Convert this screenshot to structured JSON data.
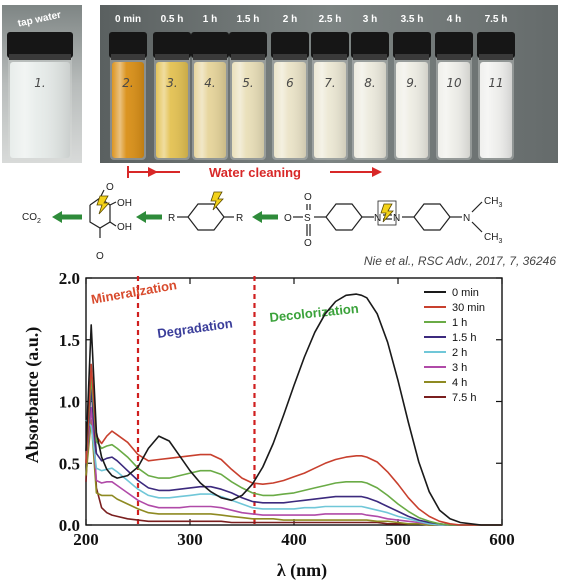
{
  "photo": {
    "labels": [
      "tap water",
      "0 min",
      "0.5 h",
      "1 h",
      "1.5 h",
      "2 h",
      "2.5 h",
      "3 h",
      "3.5 h",
      "4 h",
      "7.5 h"
    ],
    "vial_numbers": [
      "1.",
      "2.",
      "3.",
      "4.",
      "5.",
      "6",
      "7.",
      "8.",
      "9.",
      "10",
      "11"
    ],
    "caption": "Water cleaning",
    "liquid_colors": [
      "#e7ecea",
      "#d98f16",
      "#e3c152",
      "#e6d49a",
      "#e9dfb8",
      "#ebe4c8",
      "#ece8d4",
      "#edebde",
      "#eeede4",
      "#eeeee9",
      "#efefed"
    ],
    "accent": "#d82828"
  },
  "scheme": {
    "co2": "CO",
    "co2_sub": "2",
    "oh1": "OH",
    "oh2": "OH",
    "o_top": "O",
    "o_bottom": "O",
    "r_left": "R",
    "r_right": "R",
    "oxy": "O",
    "s": "S",
    "so_top": "O",
    "so_bottom": "O",
    "n1": "N",
    "n2": "N",
    "n3": "N",
    "ch3_top": "CH",
    "ch3_bottom": "CH",
    "ch3_sub": "3",
    "citation": "Nie et al., RSC Adv., 2017, 7, 36246",
    "arrow_color": "#2e8b3a"
  },
  "chart_data": {
    "type": "line",
    "xlabel": "λ (nm)",
    "ylabel": "Absorbance (a.u.)",
    "xlim": [
      200,
      600
    ],
    "ylim": [
      0,
      2.0
    ],
    "xticks": [
      200,
      300,
      400,
      500,
      600
    ],
    "yticks": [
      0.0,
      0.5,
      1.0,
      1.5,
      2.0
    ],
    "xtick_labels": [
      "200",
      "300",
      "400",
      "500",
      "600"
    ],
    "ytick_labels": [
      "0.0",
      "0.5",
      "1.0",
      "1.5",
      "2.0"
    ],
    "grid": false,
    "legend": "top-right",
    "regions": [
      {
        "label": "Mineralization",
        "color": "#d84a2c"
      },
      {
        "label": "Degradation",
        "color": "#3a3d9a"
      },
      {
        "label": "Decolorization",
        "color": "#3aa23a"
      }
    ],
    "region_boundaries": [
      250,
      362
    ],
    "x": [
      200,
      205,
      210,
      215,
      220,
      225,
      230,
      240,
      250,
      260,
      270,
      280,
      290,
      300,
      310,
      320,
      330,
      340,
      350,
      360,
      370,
      380,
      390,
      400,
      410,
      420,
      430,
      440,
      450,
      460,
      465,
      470,
      480,
      490,
      500,
      510,
      520,
      530,
      540,
      550,
      560,
      570,
      580,
      590,
      600
    ],
    "series": [
      {
        "name": "0 min",
        "color": "#1a1a1a",
        "values": [
          0.6,
          1.62,
          0.75,
          0.55,
          0.45,
          0.4,
          0.38,
          0.4,
          0.47,
          0.62,
          0.72,
          0.68,
          0.56,
          0.44,
          0.34,
          0.27,
          0.22,
          0.2,
          0.24,
          0.33,
          0.47,
          0.66,
          0.89,
          1.13,
          1.36,
          1.56,
          1.71,
          1.81,
          1.86,
          1.87,
          1.86,
          1.84,
          1.71,
          1.48,
          1.17,
          0.83,
          0.51,
          0.27,
          0.12,
          0.05,
          0.02,
          0.01,
          0.0,
          0.0,
          0.0
        ]
      },
      {
        "name": "30 min",
        "color": "#c8402e",
        "values": [
          0.5,
          1.3,
          0.72,
          0.66,
          0.72,
          0.76,
          0.73,
          0.67,
          0.57,
          0.52,
          0.53,
          0.54,
          0.55,
          0.56,
          0.57,
          0.57,
          0.53,
          0.45,
          0.38,
          0.34,
          0.33,
          0.34,
          0.36,
          0.39,
          0.42,
          0.46,
          0.5,
          0.53,
          0.55,
          0.56,
          0.56,
          0.55,
          0.51,
          0.43,
          0.33,
          0.22,
          0.13,
          0.07,
          0.03,
          0.01,
          0.0,
          0.0,
          0.0,
          0.0,
          0.0
        ]
      },
      {
        "name": "1 h",
        "color": "#6aab46",
        "values": [
          0.5,
          1.2,
          0.68,
          0.62,
          0.64,
          0.65,
          0.62,
          0.55,
          0.46,
          0.4,
          0.38,
          0.38,
          0.4,
          0.42,
          0.44,
          0.44,
          0.41,
          0.35,
          0.3,
          0.26,
          0.24,
          0.24,
          0.25,
          0.26,
          0.28,
          0.3,
          0.32,
          0.34,
          0.35,
          0.35,
          0.35,
          0.34,
          0.3,
          0.24,
          0.17,
          0.11,
          0.06,
          0.03,
          0.01,
          0.0,
          0.0,
          0.0,
          0.0,
          0.0,
          0.0
        ]
      },
      {
        "name": "1.5 h",
        "color": "#3c2a7e",
        "values": [
          0.5,
          1.1,
          0.58,
          0.52,
          0.54,
          0.55,
          0.52,
          0.44,
          0.36,
          0.3,
          0.28,
          0.28,
          0.29,
          0.3,
          0.31,
          0.31,
          0.29,
          0.26,
          0.22,
          0.19,
          0.18,
          0.18,
          0.18,
          0.19,
          0.2,
          0.21,
          0.22,
          0.23,
          0.23,
          0.23,
          0.23,
          0.22,
          0.19,
          0.15,
          0.11,
          0.07,
          0.04,
          0.02,
          0.01,
          0.0,
          0.0,
          0.0,
          0.0,
          0.0,
          0.0
        ]
      },
      {
        "name": "2 h",
        "color": "#70c7d8",
        "values": [
          0.85,
          0.8,
          0.46,
          0.44,
          0.45,
          0.46,
          0.43,
          0.36,
          0.29,
          0.24,
          0.22,
          0.22,
          0.23,
          0.24,
          0.25,
          0.25,
          0.23,
          0.2,
          0.17,
          0.14,
          0.13,
          0.13,
          0.13,
          0.13,
          0.14,
          0.14,
          0.15,
          0.15,
          0.15,
          0.15,
          0.15,
          0.14,
          0.12,
          0.1,
          0.07,
          0.05,
          0.03,
          0.01,
          0.0,
          0.0,
          0.0,
          0.0,
          0.0,
          0.0,
          0.0
        ]
      },
      {
        "name": "3 h",
        "color": "#b04aa8",
        "values": [
          0.5,
          0.95,
          0.36,
          0.34,
          0.35,
          0.35,
          0.32,
          0.26,
          0.2,
          0.16,
          0.14,
          0.14,
          0.14,
          0.15,
          0.15,
          0.15,
          0.14,
          0.12,
          0.1,
          0.09,
          0.08,
          0.08,
          0.08,
          0.08,
          0.08,
          0.08,
          0.09,
          0.09,
          0.09,
          0.09,
          0.09,
          0.08,
          0.07,
          0.05,
          0.04,
          0.03,
          0.02,
          0.01,
          0.0,
          0.0,
          0.0,
          0.0,
          0.0,
          0.0,
          0.0
        ]
      },
      {
        "name": "4 h",
        "color": "#8e8a22",
        "values": [
          0.4,
          0.85,
          0.26,
          0.24,
          0.24,
          0.24,
          0.21,
          0.17,
          0.13,
          0.1,
          0.09,
          0.09,
          0.09,
          0.09,
          0.09,
          0.09,
          0.08,
          0.07,
          0.06,
          0.05,
          0.05,
          0.05,
          0.04,
          0.04,
          0.04,
          0.04,
          0.04,
          0.04,
          0.04,
          0.04,
          0.04,
          0.04,
          0.03,
          0.03,
          0.02,
          0.01,
          0.01,
          0.0,
          0.0,
          0.0,
          0.0,
          0.0,
          0.0,
          0.0,
          0.0
        ]
      },
      {
        "name": "7.5 h",
        "color": "#7a1f1f",
        "values": [
          0.35,
          1.2,
          0.3,
          0.14,
          0.1,
          0.08,
          0.07,
          0.05,
          0.04,
          0.03,
          0.03,
          0.03,
          0.03,
          0.03,
          0.03,
          0.03,
          0.03,
          0.02,
          0.02,
          0.02,
          0.02,
          0.02,
          0.02,
          0.02,
          0.02,
          0.02,
          0.02,
          0.02,
          0.02,
          0.02,
          0.02,
          0.02,
          0.02,
          0.01,
          0.01,
          0.01,
          0.01,
          0.0,
          0.0,
          0.0,
          0.0,
          0.0,
          0.0,
          0.0,
          0.0
        ]
      }
    ]
  }
}
